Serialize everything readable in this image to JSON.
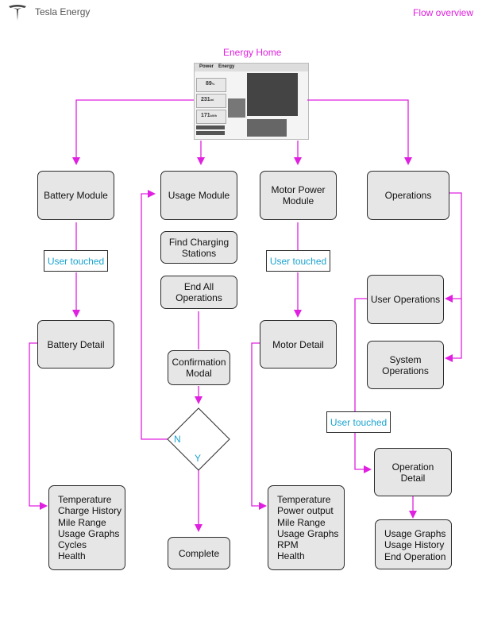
{
  "header": {
    "brand": "Tesla Energy",
    "section": "Flow overview",
    "logo_icon": "tesla-logo-icon"
  },
  "top": {
    "title": "Energy Home",
    "screenshot": {
      "tabs": [
        "Power",
        "Energy"
      ],
      "stats": [
        {
          "value": "89",
          "unit": "%"
        },
        {
          "value": "231",
          "unit": "mi"
        },
        {
          "value": "171",
          "unit": "kWh"
        }
      ]
    }
  },
  "nodes": {
    "battery_module": "Battery Module",
    "usage_module": "Usage Module",
    "motor_module": "Motor Power\nModule",
    "operations": "Operations",
    "find_charging": "Find Charging\nStations",
    "end_all": "End All\nOperations",
    "confirmation": "Confirmation\nModal",
    "complete": "Complete",
    "battery_detail": "Battery Detail",
    "motor_detail": "Motor Detail",
    "user_operations": "User Operations",
    "system_operations": "System\nOperations",
    "operation_detail": "Operation\nDetail",
    "decision_no": "N",
    "decision_yes": "Y"
  },
  "labels": {
    "user_touched_1": "User touched",
    "user_touched_2": "User touched",
    "user_touched_3": "User touched"
  },
  "lists": {
    "battery": "Temperature\nCharge History\nMile Range\nUsage Graphs\nCycles\nHealth",
    "motor": "Temperature\nPower output\nMile Range\nUsage Graphs\nRPM\nHealth",
    "operation": "Usage Graphs\nUsage History\nEnd Operation"
  },
  "colors": {
    "arrow": "#e020e0",
    "label_text": "#1aa3cf",
    "box_fill": "#e6e6e6"
  }
}
